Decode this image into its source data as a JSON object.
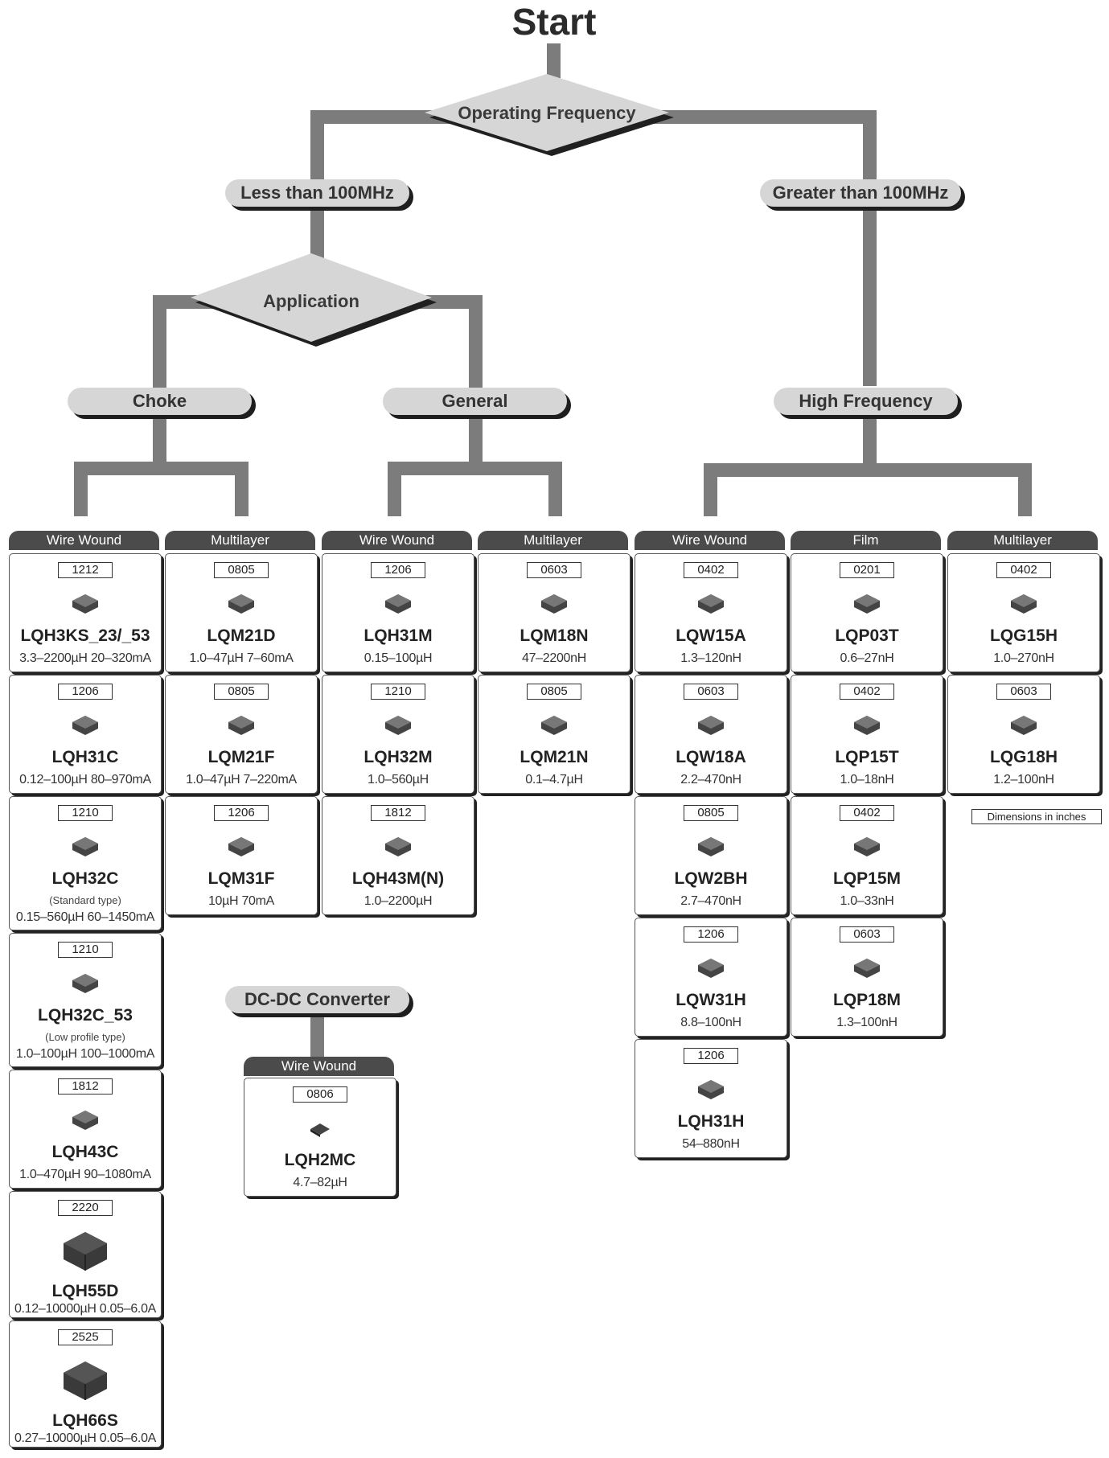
{
  "title": "Start",
  "decisions": {
    "operating_frequency": "Operating Frequency",
    "application": "Application"
  },
  "branches": {
    "less_than_100mhz": "Less than 100MHz",
    "greater_than_100mhz": "Greater than 100MHz",
    "choke": "Choke",
    "general": "General",
    "high_frequency": "High Frequency",
    "dcdc_converter": "DC-DC Converter"
  },
  "columns": [
    {
      "label": "Wire Wound",
      "products": [
        {
          "size": "1212",
          "name": "LQH3KS_23/_53",
          "spec": "3.3–2200µH 20–320mA"
        },
        {
          "size": "1206",
          "name": "LQH31C",
          "spec": "0.12–100µH 80–970mA"
        },
        {
          "size": "1210",
          "name": "LQH32C",
          "note": "(Standard type)",
          "spec": "0.15–560µH 60–1450mA"
        },
        {
          "size": "1210",
          "name": "LQH32C_53",
          "note": "(Low profile type)",
          "spec": "1.0–100µH 100–1000mA"
        },
        {
          "size": "1812",
          "name": "LQH43C",
          "spec": "1.0–470µH 90–1080mA"
        },
        {
          "size": "2220",
          "name": "LQH55D",
          "spec": "0.12–10000µH 0.05–6.0A"
        },
        {
          "size": "2525",
          "name": "LQH66S",
          "spec": "0.27–10000µH 0.05–6.0A"
        }
      ]
    },
    {
      "label": "Multilayer",
      "products": [
        {
          "size": "0805",
          "name": "LQM21D",
          "spec": "1.0–47µH 7–60mA"
        },
        {
          "size": "0805",
          "name": "LQM21F",
          "spec": "1.0–47µH 7–220mA"
        },
        {
          "size": "1206",
          "name": "LQM31F",
          "spec": "10µH 70mA"
        }
      ]
    },
    {
      "label": "Wire Wound",
      "products": [
        {
          "size": "1206",
          "name": "LQH31M",
          "spec": "0.15–100µH"
        },
        {
          "size": "1210",
          "name": "LQH32M",
          "spec": "1.0–560µH"
        },
        {
          "size": "1812",
          "name": "LQH43M(N)",
          "spec": "1.0–2200µH"
        }
      ]
    },
    {
      "label": "Multilayer",
      "products": [
        {
          "size": "0603",
          "name": "LQM18N",
          "spec": "47–2200nH"
        },
        {
          "size": "0805",
          "name": "LQM21N",
          "spec": "0.1–4.7µH"
        }
      ]
    },
    {
      "label": "Wire Wound",
      "products": [
        {
          "size": "0402",
          "name": "LQW15A",
          "spec": "1.3–120nH"
        },
        {
          "size": "0603",
          "name": "LQW18A",
          "spec": "2.2–470nH"
        },
        {
          "size": "0805",
          "name": "LQW2BH",
          "spec": "2.7–470nH"
        },
        {
          "size": "1206",
          "name": "LQW31H",
          "spec": "8.8–100nH"
        },
        {
          "size": "1206",
          "name": "LQH31H",
          "spec": "54–880nH"
        }
      ]
    },
    {
      "label": "Film",
      "products": [
        {
          "size": "0201",
          "name": "LQP03T",
          "spec": "0.6–27nH"
        },
        {
          "size": "0402",
          "name": "LQP15T",
          "spec": "1.0–18nH"
        },
        {
          "size": "0402",
          "name": "LQP15M",
          "spec": "1.0–33nH"
        },
        {
          "size": "0603",
          "name": "LQP18M",
          "spec": "1.3–100nH"
        }
      ]
    },
    {
      "label": "Multilayer",
      "products": [
        {
          "size": "0402",
          "name": "LQG15H",
          "spec": "1.0–270nH"
        },
        {
          "size": "0603",
          "name": "LQG18H",
          "spec": "1.2–100nH"
        }
      ]
    }
  ],
  "dcdc": {
    "label": "Wire Wound",
    "product": {
      "size": "0806",
      "name": "LQH2MC",
      "spec": "4.7–82µH"
    }
  },
  "dimensions_note": "Dimensions in inches"
}
